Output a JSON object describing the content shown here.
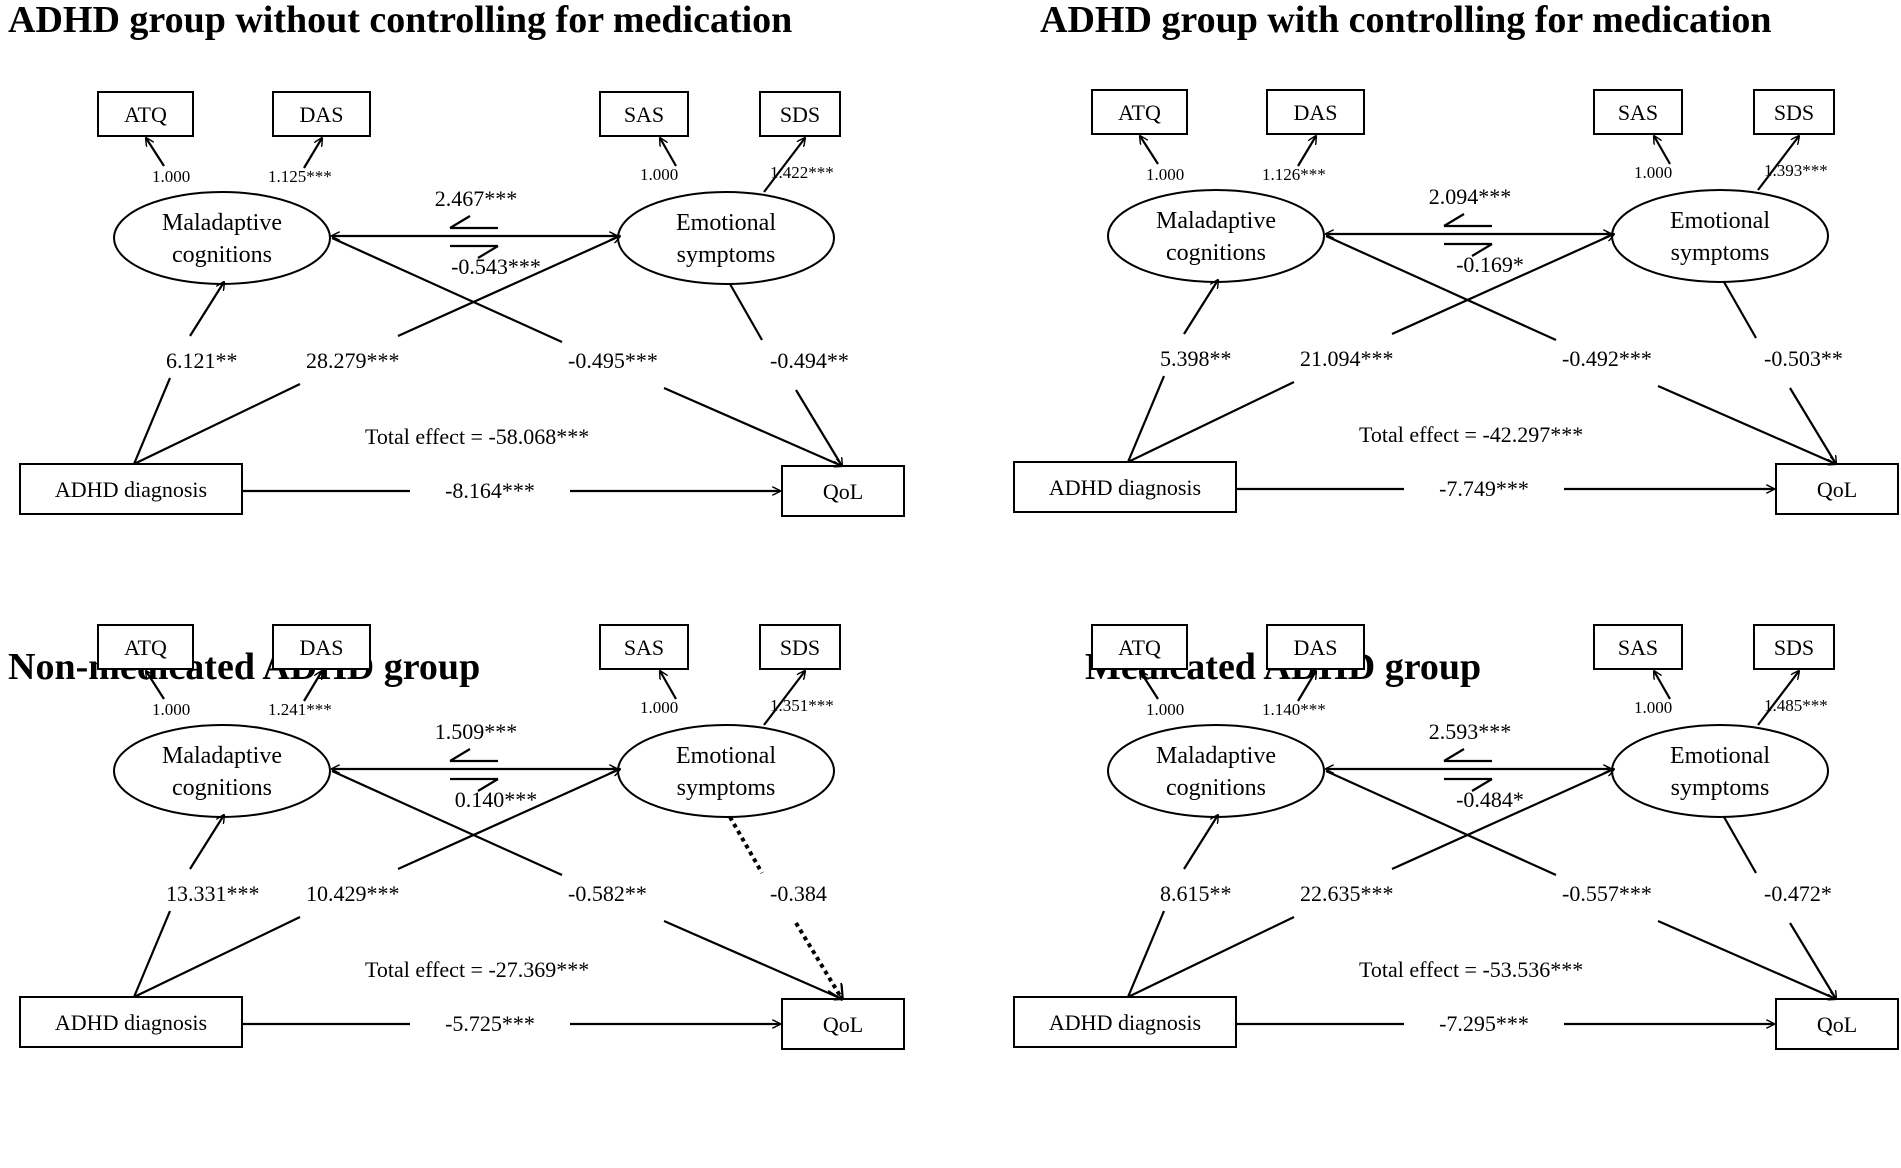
{
  "panels": [
    {
      "title": "ADHD group without controlling for medication",
      "indicators": {
        "atq": "ATQ",
        "das": "DAS",
        "sas": "SAS",
        "sds": "SDS"
      },
      "latent": {
        "mc_line1": "Maladaptive",
        "mc_line2": "cognitions",
        "es_line1": "Emotional",
        "es_line2": "symptoms"
      },
      "observed": {
        "adhd": "ADHD diagnosis",
        "qol": "QoL"
      },
      "loadings": {
        "atq": "1.000",
        "das": "1.125***",
        "sas": "1.000",
        "sds": "1.422***"
      },
      "paths": {
        "mc_to_es": "2.467***",
        "es_to_mc": "-0.543***",
        "adhd_to_mc": "6.121**",
        "adhd_to_es": "28.279***",
        "mc_to_qol": "-0.495***",
        "es_to_qol": "-0.494**",
        "adhd_to_qol": "-8.164***"
      },
      "es_to_qol_significant": true,
      "total_effect": "Total effect = -58.068***"
    },
    {
      "title": "ADHD group with controlling for medication",
      "indicators": {
        "atq": "ATQ",
        "das": "DAS",
        "sas": "SAS",
        "sds": "SDS"
      },
      "latent": {
        "mc_line1": "Maladaptive",
        "mc_line2": "cognitions",
        "es_line1": "Emotional",
        "es_line2": "symptoms"
      },
      "observed": {
        "adhd": "ADHD diagnosis",
        "qol": "QoL"
      },
      "loadings": {
        "atq": "1.000",
        "das": "1.126***",
        "sas": "1.000",
        "sds": "1.393***"
      },
      "paths": {
        "mc_to_es": "2.094***",
        "es_to_mc": "-0.169*",
        "adhd_to_mc": "5.398**",
        "adhd_to_es": "21.094***",
        "mc_to_qol": "-0.492***",
        "es_to_qol": "-0.503**",
        "adhd_to_qol": "-7.749***"
      },
      "es_to_qol_significant": true,
      "total_effect": "Total effect = -42.297***"
    },
    {
      "title": "Non-medicated ADHD group",
      "indicators": {
        "atq": "ATQ",
        "das": "DAS",
        "sas": "SAS",
        "sds": "SDS"
      },
      "latent": {
        "mc_line1": "Maladaptive",
        "mc_line2": "cognitions",
        "es_line1": "Emotional",
        "es_line2": "symptoms"
      },
      "observed": {
        "adhd": "ADHD diagnosis",
        "qol": "QoL"
      },
      "loadings": {
        "atq": "1.000",
        "das": "1.241***",
        "sas": "1.000",
        "sds": "1.351***"
      },
      "paths": {
        "mc_to_es": "1.509***",
        "es_to_mc": "0.140***",
        "adhd_to_mc": "13.331***",
        "adhd_to_es": "10.429***",
        "mc_to_qol": "-0.582**",
        "es_to_qol": "-0.384",
        "adhd_to_qol": "-5.725***"
      },
      "es_to_qol_significant": false,
      "total_effect": "Total effect = -27.369***"
    },
    {
      "title": "Medicated ADHD group",
      "indicators": {
        "atq": "ATQ",
        "das": "DAS",
        "sas": "SAS",
        "sds": "SDS"
      },
      "latent": {
        "mc_line1": "Maladaptive",
        "mc_line2": "cognitions",
        "es_line1": "Emotional",
        "es_line2": "symptoms"
      },
      "observed": {
        "adhd": "ADHD diagnosis",
        "qol": "QoL"
      },
      "loadings": {
        "atq": "1.000",
        "das": "1.140***",
        "sas": "1.000",
        "sds": "1.485***"
      },
      "paths": {
        "mc_to_es": "2.593***",
        "es_to_mc": "-0.484*",
        "adhd_to_mc": "8.615**",
        "adhd_to_es": "22.635***",
        "mc_to_qol": "-0.557***",
        "es_to_qol": "-0.472*",
        "adhd_to_qol": "-7.295***"
      },
      "es_to_qol_significant": true,
      "total_effect": "Total effect = -53.536***"
    }
  ]
}
